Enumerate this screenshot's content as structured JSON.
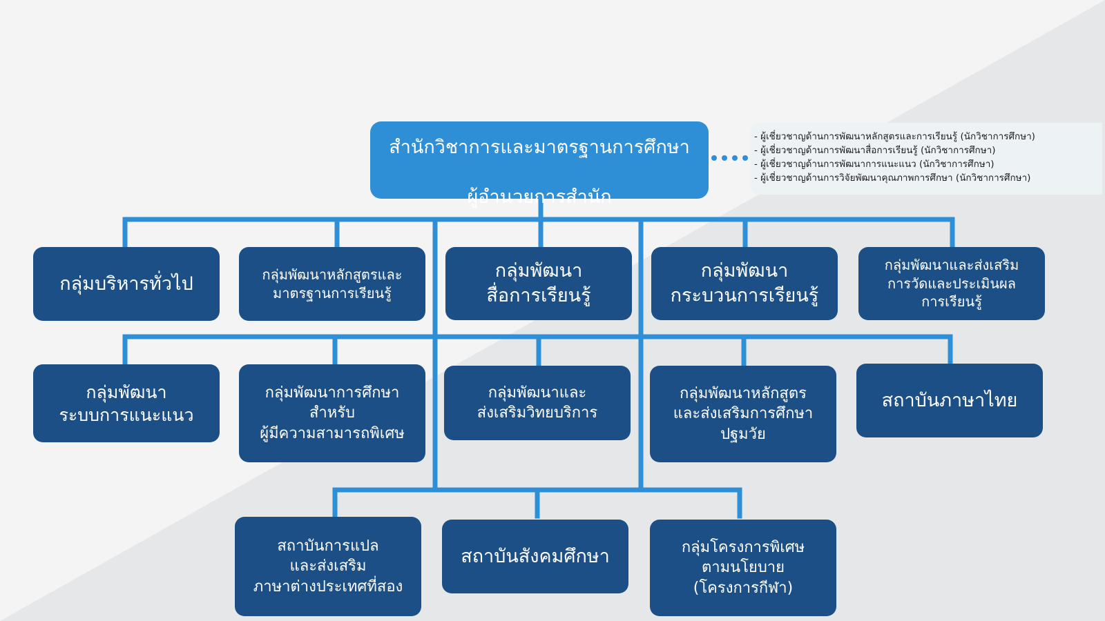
{
  "head": {
    "title": "สำนักวิชาการและมาตรฐานการศึกษา",
    "subtitle": "ผู้อำนวยการสำนัก"
  },
  "advisors": [
    "- ผู้เชี่ยวชาญด้านการพัฒนาหลักสูตรและการเรียนรู้ (นักวิชาการศึกษา)",
    "- ผู้เชี่ยวชาญด้านการพัฒนาสื่อการเรียนรู้ (นักวิชาการศึกษา)",
    "- ผู้เชี่ยวชาญด้านการพัฒนาการแนะแนว (นักวิชาการศึกษา)",
    "- ผู้เชี่ยวชาญด้านการวิจัยพัฒนาคุณภาพการศึกษา (นักวิชาการศึกษา)"
  ],
  "row1": [
    "กลุ่มบริหารทั่วไป",
    "กลุ่มพัฒนาหลักสูตรและ\nมาตรฐานการเรียนรู้",
    "กลุ่มพัฒนา\nสื่อการเรียนรู้",
    "กลุ่มพัฒนา\nกระบวนการเรียนรู้",
    "กลุ่มพัฒนาและส่งเสริม\nการวัดและประเมินผล\nการเรียนรู้"
  ],
  "row2": [
    "กลุ่มพัฒนา\nระบบการแนะแนว",
    "กลุ่มพัฒนาการศึกษา\nสำหรับ\nผู้มีความสามารถพิเศษ",
    "กลุ่มพัฒนาและ\nส่งเสริมวิทยบริการ",
    "กลุ่มพัฒนาหลักสูตร\nและส่งเสริมการศึกษา\nปฐมวัย",
    "สถาบันภาษาไทย"
  ],
  "row3": [
    "สถาบันการแปล\nและส่งเสริม\nภาษาต่างประเทศที่สอง",
    "สถาบันสังคมศึกษา",
    "กลุ่มโครงการพิเศษ\nตามนโยบาย\n(โครงการกีฬา)"
  ],
  "colors": {
    "head_box": "#2e8fd6",
    "unit_box": "#1b4f86",
    "connector": "#2e8fd6"
  }
}
